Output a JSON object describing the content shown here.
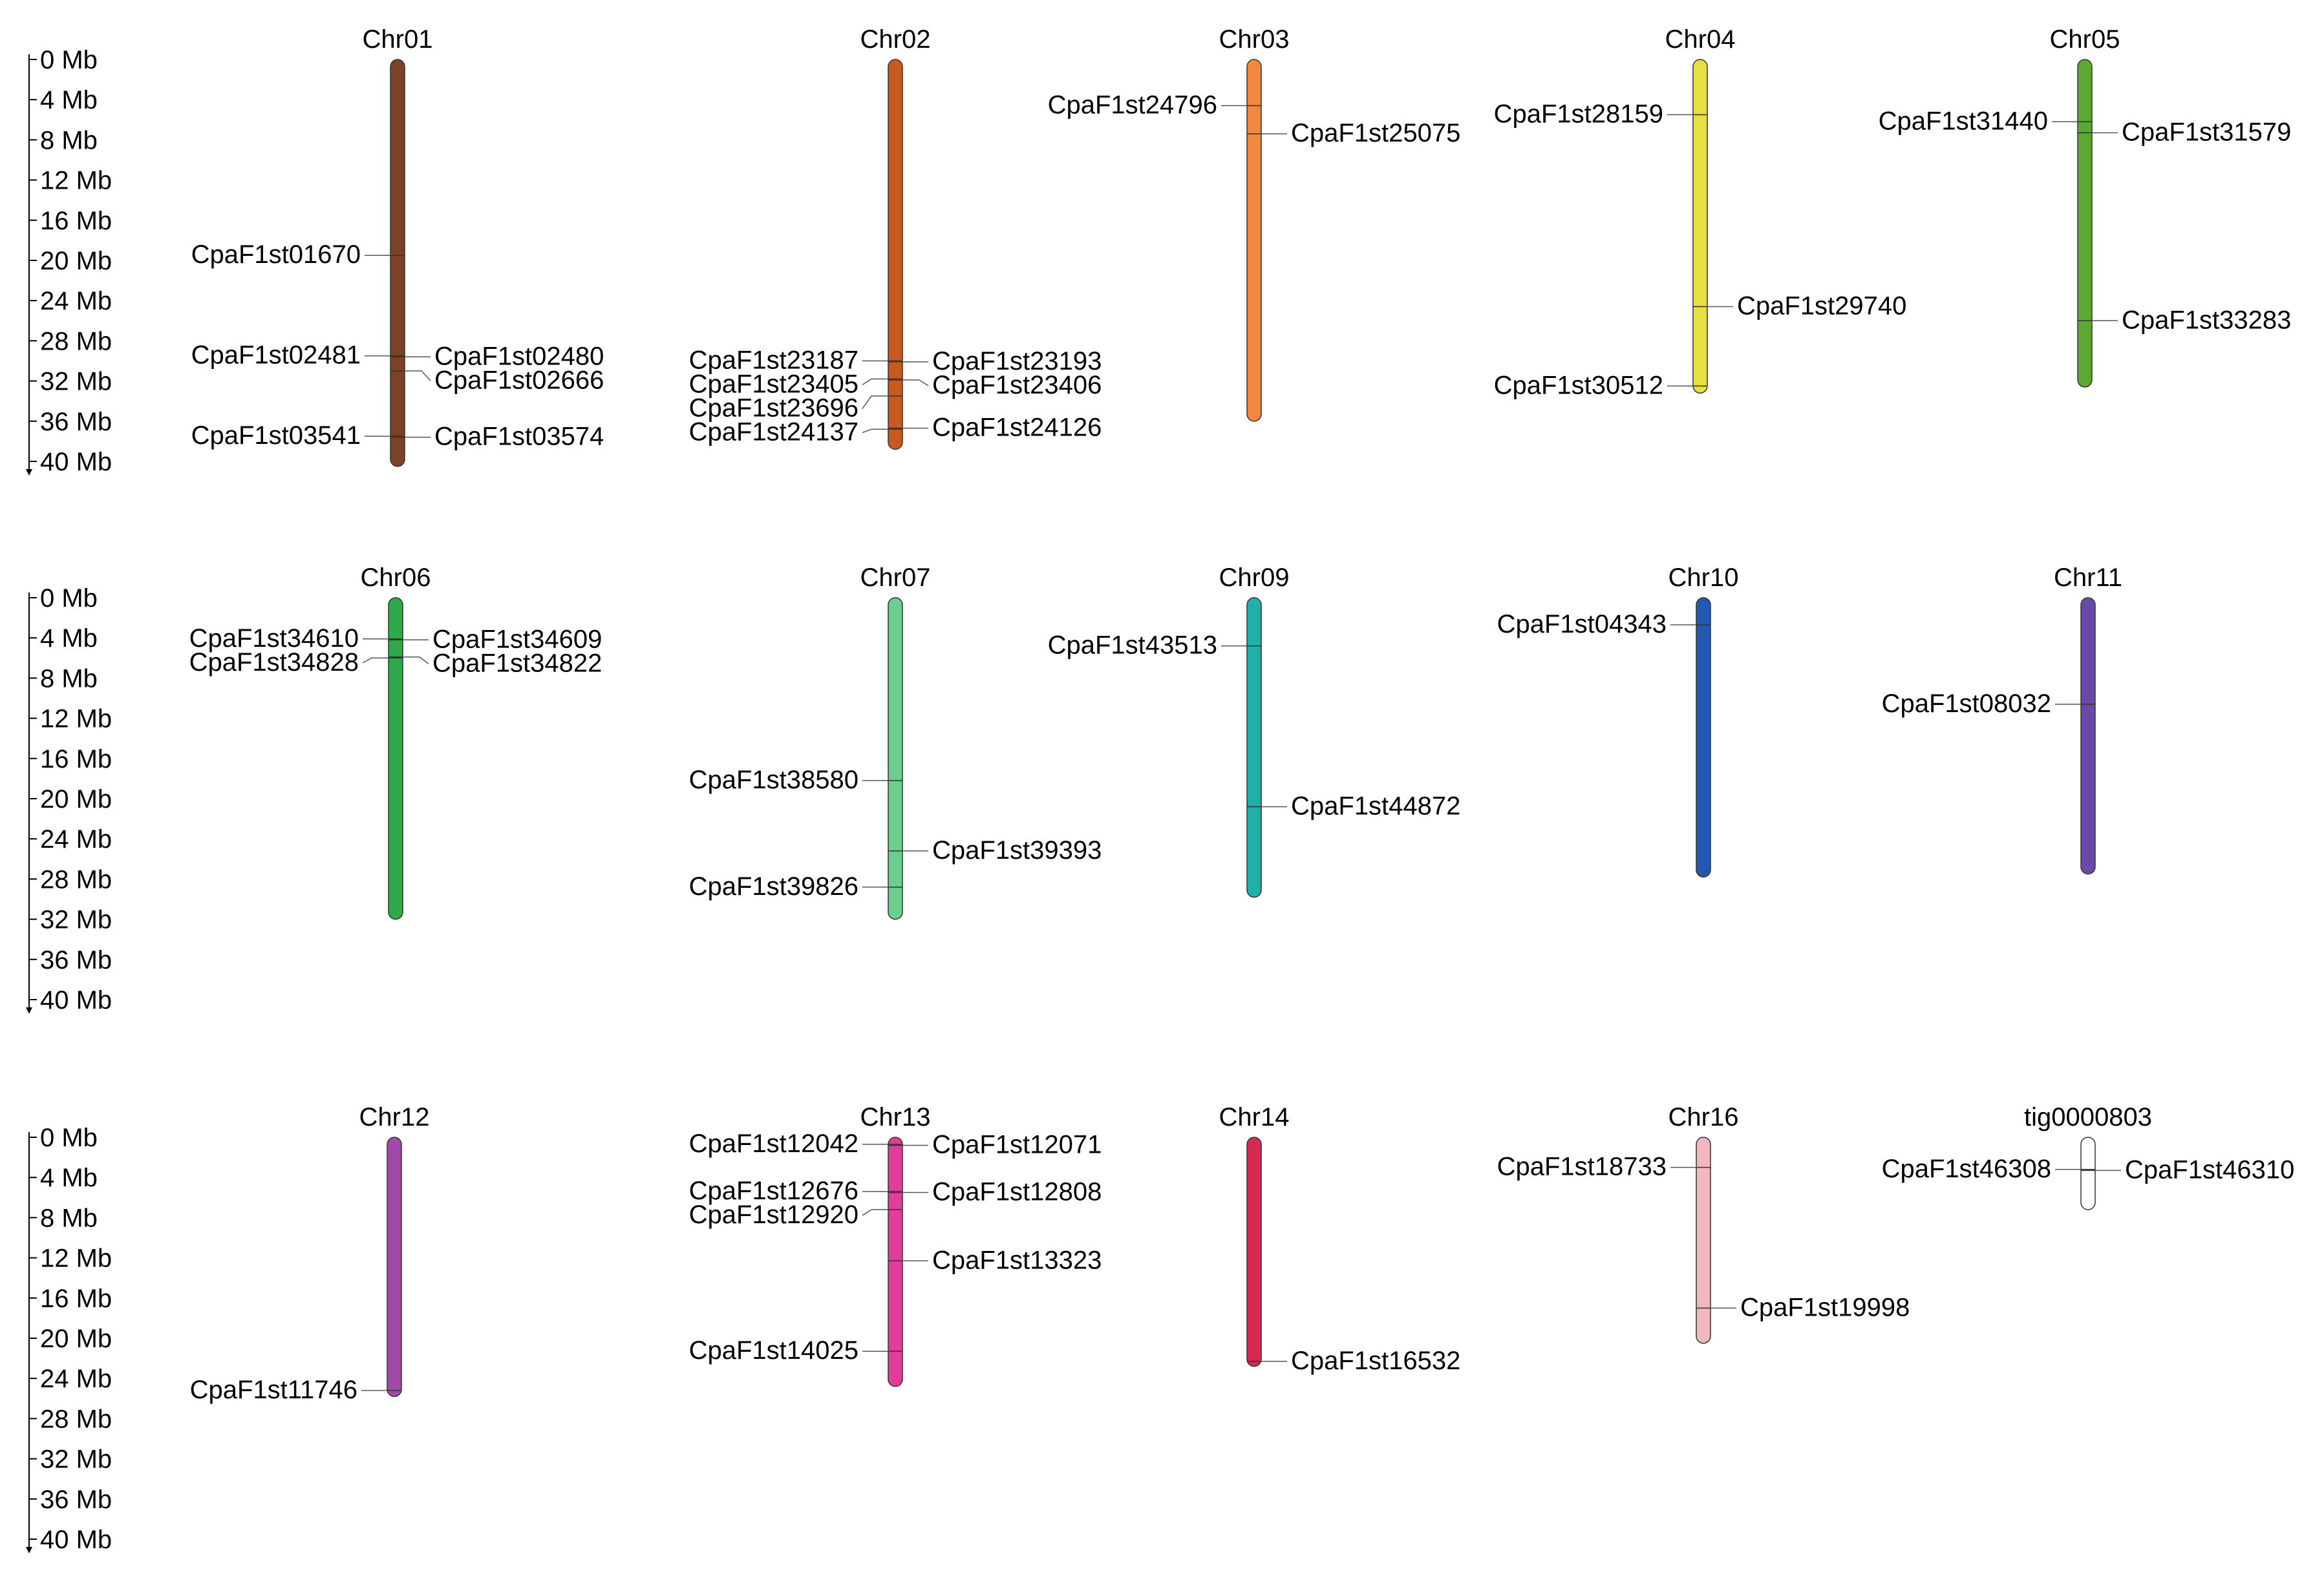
{
  "scale": {
    "ticks": [
      "0 Mb",
      "4 Mb",
      "8 Mb",
      "12 Mb",
      "16 Mb",
      "20 Mb",
      "24 Mb",
      "28 Mb",
      "32 Mb",
      "36 Mb",
      "40 Mb"
    ],
    "max_mb": 40
  },
  "rows": [
    {
      "chromosomes": [
        {
          "name": "Chr01",
          "length_mb": 40.5,
          "color": "#7a4226",
          "genes": [
            {
              "id": "CpaF1st01670",
              "pos_mb": 19.5,
              "side": "left"
            },
            {
              "id": "CpaF1st02481",
              "pos_mb": 29.5,
              "side": "left"
            },
            {
              "id": "CpaF1st02480",
              "pos_mb": 29.6,
              "side": "right"
            },
            {
              "id": "CpaF1st02666",
              "pos_mb": 31.0,
              "side": "right"
            },
            {
              "id": "CpaF1st03541",
              "pos_mb": 37.5,
              "side": "left"
            },
            {
              "id": "CpaF1st03574",
              "pos_mb": 37.6,
              "side": "right"
            }
          ]
        },
        {
          "name": "Chr02",
          "length_mb": 38.8,
          "color": "#c85a1e",
          "genes": [
            {
              "id": "CpaF1st23187",
              "pos_mb": 30.0,
              "side": "left"
            },
            {
              "id": "CpaF1st23193",
              "pos_mb": 30.1,
              "side": "right"
            },
            {
              "id": "CpaF1st23405",
              "pos_mb": 31.8,
              "side": "left"
            },
            {
              "id": "CpaF1st23406",
              "pos_mb": 31.9,
              "side": "right"
            },
            {
              "id": "CpaF1st23696",
              "pos_mb": 33.5,
              "side": "left"
            },
            {
              "id": "CpaF1st24137",
              "pos_mb": 36.8,
              "side": "left"
            },
            {
              "id": "CpaF1st24126",
              "pos_mb": 36.7,
              "side": "right"
            }
          ]
        },
        {
          "name": "Chr03",
          "length_mb": 36.0,
          "color": "#f0883e",
          "genes": [
            {
              "id": "CpaF1st24796",
              "pos_mb": 4.6,
              "side": "left"
            },
            {
              "id": "CpaF1st25075",
              "pos_mb": 7.4,
              "side": "right"
            }
          ]
        },
        {
          "name": "Chr04",
          "length_mb": 33.2,
          "color": "#e6e040",
          "genes": [
            {
              "id": "CpaF1st28159",
              "pos_mb": 5.5,
              "side": "left"
            },
            {
              "id": "CpaF1st29740",
              "pos_mb": 24.6,
              "side": "right"
            },
            {
              "id": "CpaF1st30512",
              "pos_mb": 32.5,
              "side": "left"
            }
          ]
        },
        {
          "name": "Chr05",
          "length_mb": 32.6,
          "color": "#5da832",
          "genes": [
            {
              "id": "CpaF1st31440",
              "pos_mb": 6.2,
              "side": "left"
            },
            {
              "id": "CpaF1st31579",
              "pos_mb": 7.3,
              "side": "right"
            },
            {
              "id": "CpaF1st33283",
              "pos_mb": 26.0,
              "side": "right"
            }
          ]
        }
      ]
    },
    {
      "chromosomes": [
        {
          "name": "Chr06",
          "length_mb": 32.0,
          "color": "#2ea84a",
          "genes": [
            {
              "id": "CpaF1st34610",
              "pos_mb": 4.1,
              "side": "left"
            },
            {
              "id": "CpaF1st34609",
              "pos_mb": 4.2,
              "side": "right"
            },
            {
              "id": "CpaF1st34828",
              "pos_mb": 6.0,
              "side": "left"
            },
            {
              "id": "CpaF1st34822",
              "pos_mb": 5.9,
              "side": "right"
            }
          ]
        },
        {
          "name": "Chr07",
          "length_mb": 32.0,
          "color": "#6ccf8f",
          "genes": [
            {
              "id": "CpaF1st38580",
              "pos_mb": 18.2,
              "side": "left"
            },
            {
              "id": "CpaF1st39393",
              "pos_mb": 25.2,
              "side": "right"
            },
            {
              "id": "CpaF1st39826",
              "pos_mb": 28.8,
              "side": "left"
            }
          ]
        },
        {
          "name": "Chr09",
          "length_mb": 29.8,
          "color": "#20b0a8",
          "genes": [
            {
              "id": "CpaF1st43513",
              "pos_mb": 4.8,
              "side": "left"
            },
            {
              "id": "CpaF1st44872",
              "pos_mb": 20.8,
              "side": "right"
            }
          ]
        },
        {
          "name": "Chr10",
          "length_mb": 27.8,
          "color": "#2358b0",
          "genes": [
            {
              "id": "CpaF1st04343",
              "pos_mb": 2.7,
              "side": "left"
            }
          ]
        },
        {
          "name": "Chr11",
          "length_mb": 27.5,
          "color": "#6a4aa8",
          "genes": [
            {
              "id": "CpaF1st08032",
              "pos_mb": 10.6,
              "side": "left"
            }
          ]
        }
      ]
    },
    {
      "chromosomes": [
        {
          "name": "Chr12",
          "length_mb": 25.8,
          "color": "#a24aa8",
          "genes": [
            {
              "id": "CpaF1st11746",
              "pos_mb": 25.2,
              "side": "left"
            }
          ]
        },
        {
          "name": "Chr13",
          "length_mb": 24.8,
          "color": "#e23c9a",
          "genes": [
            {
              "id": "CpaF1st12042",
              "pos_mb": 0.7,
              "side": "left"
            },
            {
              "id": "CpaF1st12071",
              "pos_mb": 0.8,
              "side": "right"
            },
            {
              "id": "CpaF1st12676",
              "pos_mb": 5.4,
              "side": "left"
            },
            {
              "id": "CpaF1st12808",
              "pos_mb": 5.5,
              "side": "right"
            },
            {
              "id": "CpaF1st12920",
              "pos_mb": 7.2,
              "side": "left"
            },
            {
              "id": "CpaF1st13323",
              "pos_mb": 12.3,
              "side": "right"
            },
            {
              "id": "CpaF1st14025",
              "pos_mb": 21.3,
              "side": "left"
            }
          ]
        },
        {
          "name": "Chr14",
          "length_mb": 22.8,
          "color": "#d42a52",
          "genes": [
            {
              "id": "CpaF1st16532",
              "pos_mb": 22.3,
              "side": "right"
            }
          ]
        },
        {
          "name": "Chr16",
          "length_mb": 20.5,
          "color": "#f2b8c0",
          "genes": [
            {
              "id": "CpaF1st18733",
              "pos_mb": 3.0,
              "side": "left"
            },
            {
              "id": "CpaF1st19998",
              "pos_mb": 17.0,
              "side": "right"
            }
          ]
        },
        {
          "name": "tig0000803",
          "length_mb": 7.2,
          "color": "#ffffff",
          "genes": [
            {
              "id": "CpaF1st46308",
              "pos_mb": 3.2,
              "side": "left"
            },
            {
              "id": "CpaF1st46310",
              "pos_mb": 3.3,
              "side": "right"
            }
          ]
        }
      ]
    }
  ]
}
